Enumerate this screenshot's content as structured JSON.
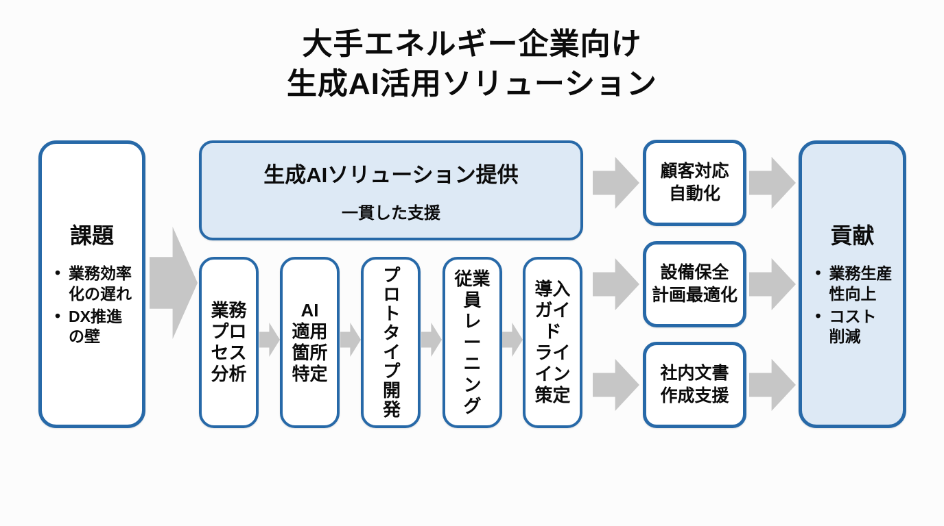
{
  "title": {
    "line1": "大手エネルギー企業向け",
    "line2": "生成AI活用ソリューション"
  },
  "issues": {
    "title": "課題",
    "items": [
      "業務効率\n化の遅れ",
      "DX推進\nの壁"
    ]
  },
  "solution": {
    "title": "生成AIソリューション提供",
    "subtitle": "一貫した支援"
  },
  "process_steps": [
    {
      "label": "業務\nプロ\nセス\n分析"
    },
    {
      "label": "AI\n適用\n箇所\n特定"
    },
    {
      "label": "プロトタイプ開発"
    },
    {
      "label": "従業\n員\nレ\nー\nニ\nン\nグ"
    },
    {
      "label": "導入\nガイ\nド\nライ\nイン\n策定"
    }
  ],
  "use_cases": [
    {
      "label": "顧客対応\n自動化"
    },
    {
      "label": "設備保全\n計画最適化"
    },
    {
      "label": "社内文書\n作成支援"
    }
  ],
  "contribution": {
    "title": "貢献",
    "items": [
      "業務生産\n性向上",
      "コスト\n削減"
    ]
  },
  "colors": {
    "border_blue": "#2769a8",
    "fill_light_blue": "#dde9f5",
    "arrow_gray": "#c6c6c6",
    "background": "#fcfcfc",
    "text": "#0b0b0b"
  }
}
